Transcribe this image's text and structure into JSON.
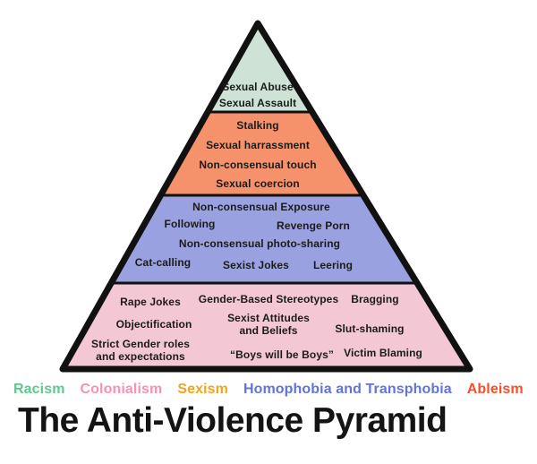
{
  "title": "The Anti-Violence Pyramid",
  "pyramid": {
    "outline_color": "#111111",
    "tiers": [
      {
        "color": "#cee3d6",
        "labels": [
          "Sexual Abuse",
          "Sexual Assault"
        ]
      },
      {
        "color": "#f6926b",
        "labels": [
          "Stalking",
          "Sexual harrassment",
          "Non-consensual touch",
          "Sexual coercion"
        ]
      },
      {
        "color": "#9aa1e0",
        "labels": [
          "Non-consensual Exposure",
          "Following",
          "Revenge Porn",
          "Non-consensual photo-sharing",
          "Cat-calling",
          "Sexist Jokes",
          "Leering"
        ]
      },
      {
        "color": "#f4c7d4",
        "labels": [
          "Rape Jokes",
          "Gender-Based Stereotypes",
          "Bragging",
          "Objectification",
          "Sexist Attitudes\nand Beliefs",
          "Slut-shaming",
          "Strict Gender roles\nand expectations",
          "“Boys will be Boys”",
          "Victim Blaming"
        ]
      }
    ]
  },
  "legend": {
    "items": [
      {
        "label": "Racism",
        "color": "#5ec98f"
      },
      {
        "label": "Colonialism",
        "color": "#f693b1"
      },
      {
        "label": "Sexism",
        "color": "#efa51f"
      },
      {
        "label": "Homophobia and Transphobia",
        "color": "#6274d8"
      },
      {
        "label": "Ableism",
        "color": "#f54f2b"
      }
    ]
  }
}
